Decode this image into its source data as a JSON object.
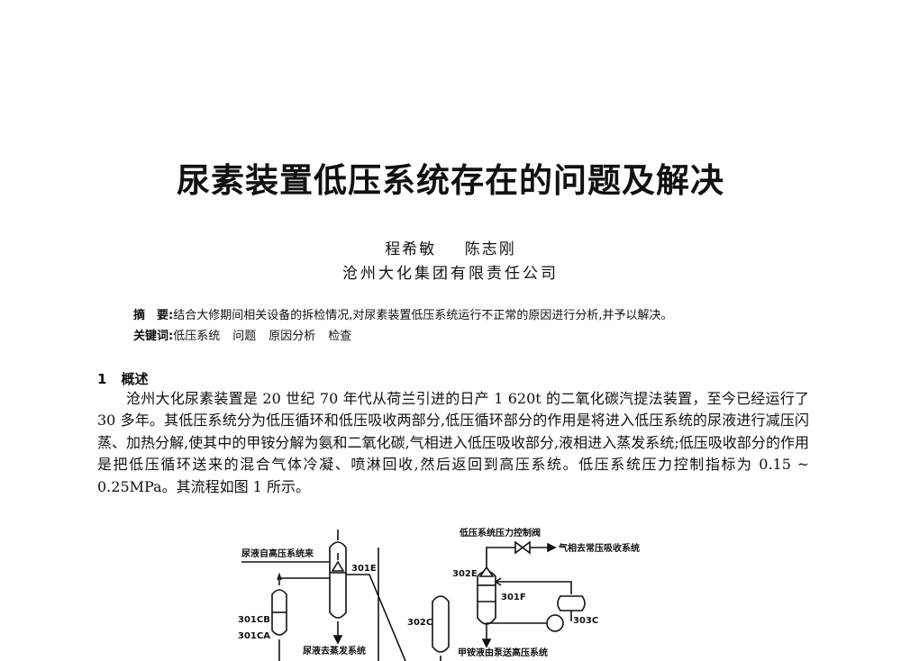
{
  "title": "尿素装置低压系统存在的问题及解决",
  "authors": [
    "程希敏",
    "陈志刚"
  ],
  "affiliation": "沧州大化集团有限责任公司",
  "abstract": {
    "label": "摘　要:",
    "text": "结合大修期间相关设备的拆检情况,对尿素装置低压系统运行不正常的原因进行分析,并予以解决。"
  },
  "keywords": {
    "label": "关键词:",
    "items": [
      "低压系统",
      "问题",
      "原因分析",
      "检查"
    ]
  },
  "section": {
    "number": "1",
    "title": "概述"
  },
  "body_text": "沧州大化尿素装置是 20 世纪 70 年代从荷兰引进的日产 1 620t 的二氧化碳汽提法装置，至今已经运行了 30 多年。其低压系统分为低压循环和低压吸收两部分,低压循环部分的作用是将进入低压系统的尿液进行减压闪蒸、加热分解,使其中的甲铵分解为氨和二氧化碳,气相进入低压吸收部分,液相进入蒸发系统;低压吸收部分的作用是把低压循环送来的混合气体冷凝、喷淋回收,然后返回到高压系统。低压系统压力控制指标为 0.15 ~ 0.25MPa。其流程如图 1 所示。",
  "figure": {
    "labels": {
      "inlet": "尿液自高压系统来",
      "to_evap": "尿液去蒸发系统",
      "e301": "301E",
      "cb301": "301CB",
      "ca301": "301CA",
      "c302": "302C",
      "e302": "302E",
      "f301": "301F",
      "c303": "303C",
      "valve": "低压系统压力控制阀",
      "gas_out": "气相去常压吸收系统",
      "pump_out": "甲铵液由泵送高压系统"
    }
  }
}
